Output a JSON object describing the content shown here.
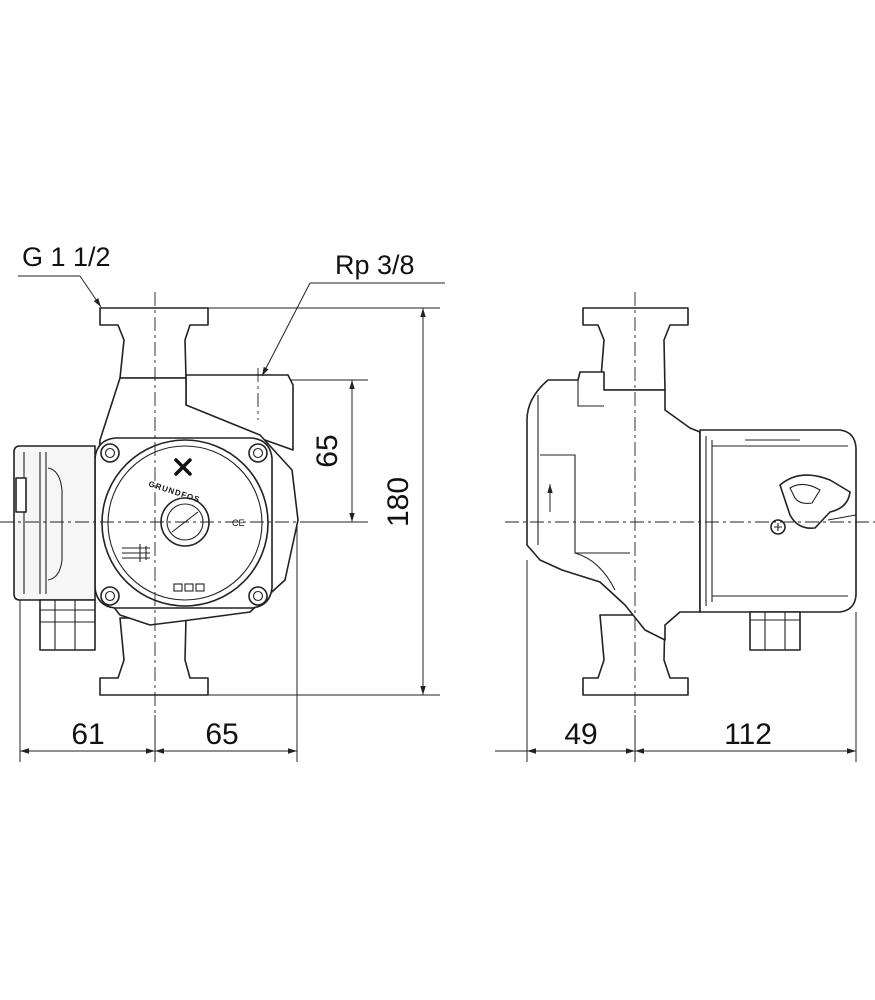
{
  "callouts": {
    "inlet_thread": "G 1 1/2",
    "vent_thread": "Rp 3/8"
  },
  "dimensions": {
    "port_to_center": "65",
    "overall_height": "180",
    "left_width": "61",
    "center_to_right": "65",
    "side_left": "49",
    "side_right": "112"
  },
  "logo": {
    "brand": "GRUNDFOS",
    "ce_mark": "CE"
  },
  "colors": {
    "line": "#222222",
    "background": "#ffffff"
  }
}
